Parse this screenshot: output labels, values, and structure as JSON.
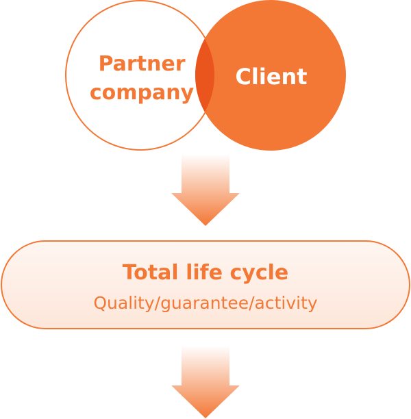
{
  "diagram": {
    "left_circle": {
      "line1": "Partner",
      "line2": "company"
    },
    "right_circle": {
      "label": "Client"
    },
    "result_box": {
      "title": "Total life cycle",
      "subtitle": "Quality/guarantee/activity"
    }
  },
  "colors": {
    "accent": "#f37735",
    "accent_dark": "#e35a1e",
    "overlap": "#e9551c",
    "text_on_accent": "#ffffff"
  }
}
